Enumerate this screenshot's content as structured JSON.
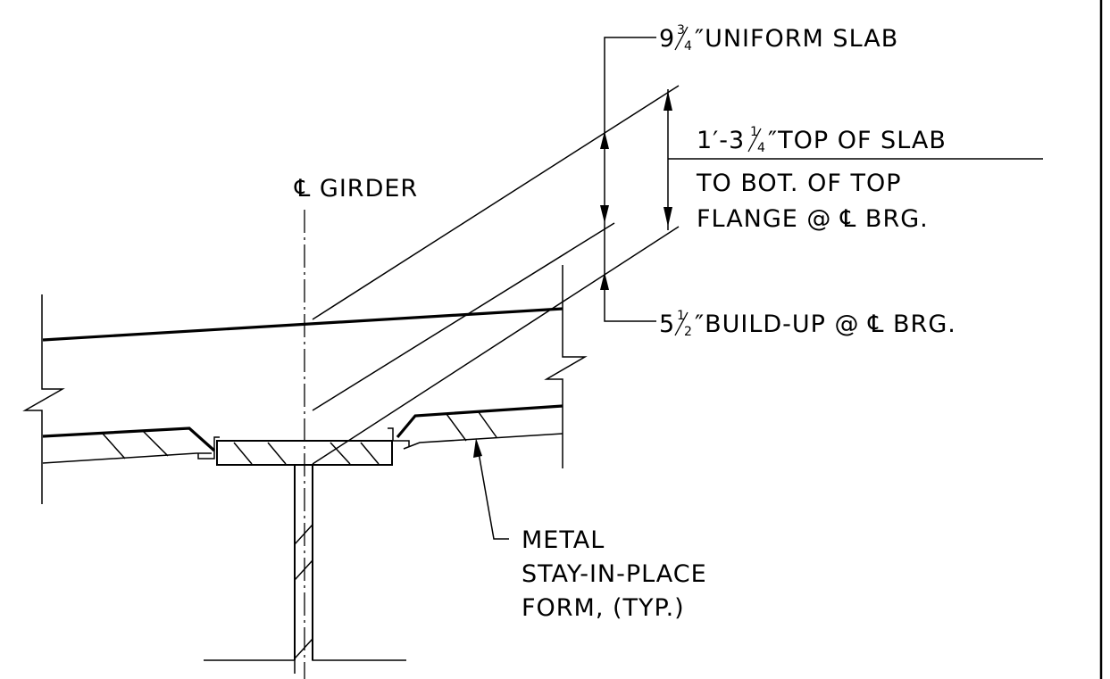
{
  "labels": {
    "uniform_slab": {
      "whole": "9",
      "num": "3",
      "den": "4",
      "rest": "″UNIFORM SLAB"
    },
    "top_of_slab": {
      "whole": "1′-3",
      "num": "1",
      "den": "4",
      "rest": "″TOP OF SLAB"
    },
    "to_bot_line1": "TO BOT. OF TOP",
    "to_bot_line2": "FLANGE @ ℄ BRG.",
    "build_up": {
      "whole": "5",
      "num": "1",
      "den": "2",
      "rest": "″BUILD-UP @ ℄ BRG."
    },
    "cl_girder": "℄ GIRDER",
    "form_line1": "METAL",
    "form_line2": "STAY-IN-PLACE",
    "form_line3": "FORM, (TYP.)"
  },
  "colors": {
    "ink": "#000000",
    "background": "#ffffff"
  }
}
